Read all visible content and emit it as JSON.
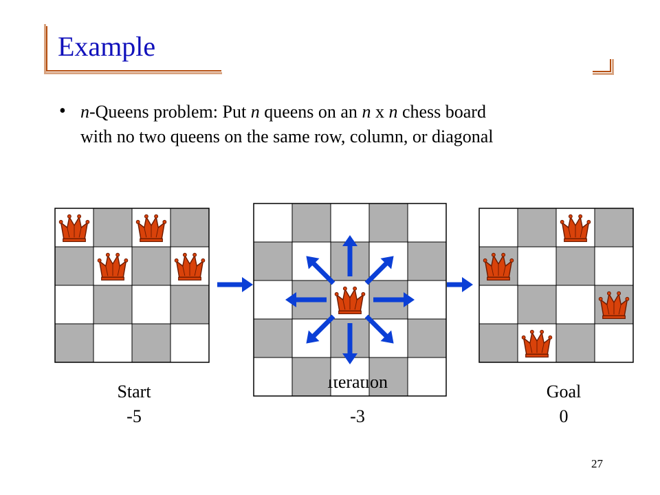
{
  "slide": {
    "title": "Example",
    "bullet": {
      "w1": "n",
      "w2": "-Queens problem: Put ",
      "w3": "n",
      "w4": " queens on an ",
      "w5": "n",
      "w6": " x ",
      "w7": "n",
      "w8": " chess board",
      "line2": "with no two queens on the same row, column, or diagonal"
    },
    "boards": [
      {
        "name": "Start",
        "score": "-5",
        "queens": [
          [
            0,
            0
          ],
          [
            0,
            2
          ],
          [
            1,
            1
          ],
          [
            1,
            3
          ]
        ]
      },
      {
        "name": "Iteration",
        "score": "-3",
        "queens": [
          [
            2,
            2
          ]
        ]
      },
      {
        "name": "Goal",
        "score": "0",
        "queens": [
          [
            0,
            2
          ],
          [
            1,
            0
          ],
          [
            2,
            3
          ],
          [
            3,
            1
          ]
        ]
      }
    ],
    "page_number": "27"
  },
  "colors": {
    "title": "#1111bb",
    "frame": "#b54f11",
    "square_dark": "#b0b0b0",
    "queen_fill": "#d9420a",
    "arrow": "#0b3fd6"
  }
}
